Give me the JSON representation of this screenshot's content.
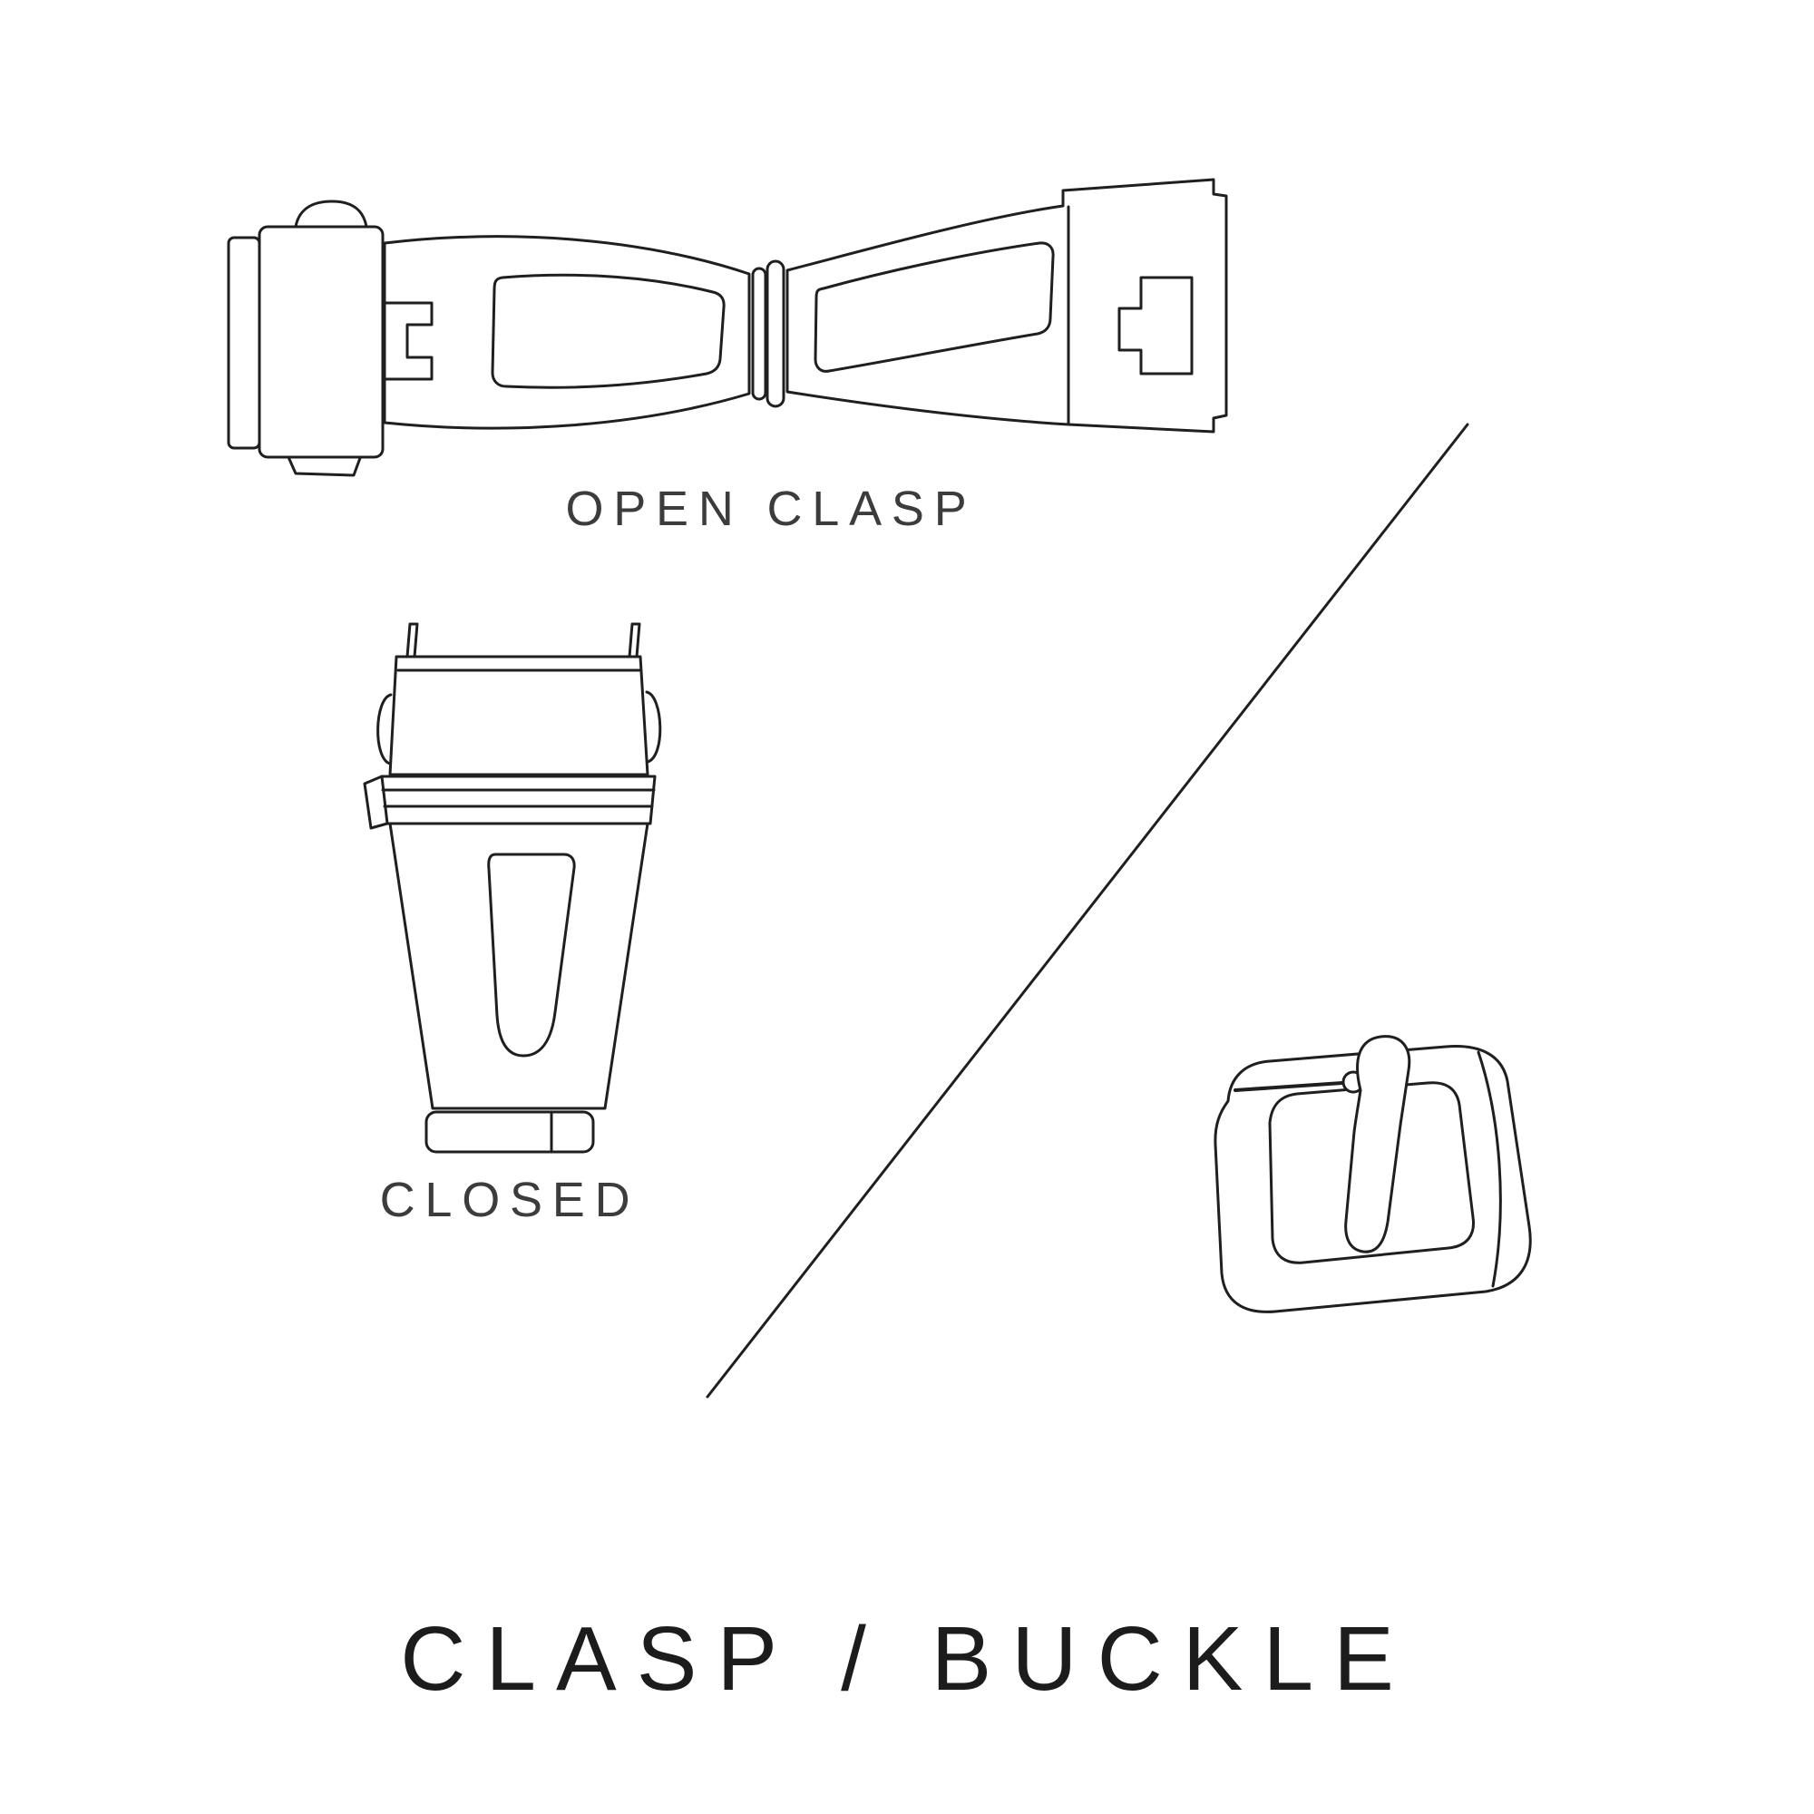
{
  "theme": {
    "background": "#ffffff",
    "line_color": "#1f1f1f",
    "label_color": "#3c3c3c",
    "title_color": "#1c1c1c"
  },
  "diagram": {
    "labels": {
      "open_clasp": "OPEN CLASP",
      "closed": "CLOSED"
    },
    "title": "CLASP / BUCKLE",
    "illustrations": [
      {
        "id": "open-clasp",
        "description": "deployant watch clasp shown open, top view"
      },
      {
        "id": "closed-clasp",
        "description": "deployant watch clasp shown closed, top view"
      },
      {
        "id": "tang-buckle",
        "description": "watch strap tang buckle with pin and tongue"
      }
    ]
  }
}
